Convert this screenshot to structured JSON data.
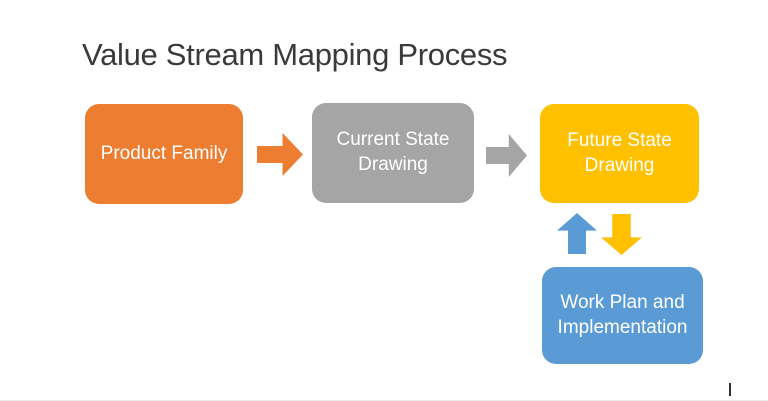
{
  "slide": {
    "title": "Value Stream Mapping Process"
  },
  "colors": {
    "orange": "#ED7D31",
    "gray": "#A5A5A5",
    "gold": "#FFC000",
    "blue": "#5B9BD5",
    "title_text": "#3A3A3A",
    "box_text": "#FFFFFF",
    "background": "#FFFFFF",
    "caret": "#303030",
    "bottom_edge": "#EBEBEB"
  },
  "process": {
    "steps": [
      {
        "label": "Product Family",
        "color": "#ED7D31"
      },
      {
        "label": "Current State Drawing",
        "color": "#A5A5A5"
      },
      {
        "label": "Future State Drawing",
        "color": "#FFC000"
      },
      {
        "label": "Work Plan and Implementation",
        "color": "#5B9BD5"
      }
    ],
    "connectors": [
      {
        "name": "product-family-to-current-state",
        "type": "arrow-right",
        "color": "#ED7D31"
      },
      {
        "name": "current-state-to-future-state",
        "type": "arrow-right",
        "color": "#A5A5A5"
      },
      {
        "name": "work-plan-to-future-state",
        "type": "arrow-up",
        "color": "#5B9BD5"
      },
      {
        "name": "future-state-to-work-plan",
        "type": "arrow-down",
        "color": "#FFC000"
      }
    ]
  }
}
